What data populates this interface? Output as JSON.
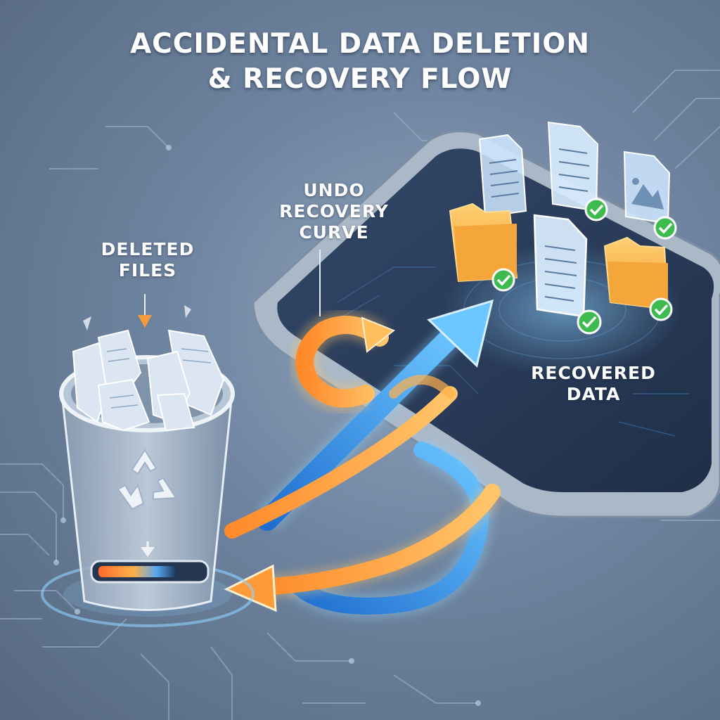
{
  "title": {
    "line1": "ACCIDENTAL DATA DELETION",
    "line2": "& RECOVERY FLOW"
  },
  "labels": {
    "deleted_line1": "DELETED",
    "deleted_line2": "FILES",
    "undo_line1": "UNDO",
    "undo_line2": "RECOVERY",
    "undo_line3": "CURVE",
    "recovered_line1": "RECOVERED",
    "recovered_line2": "DATA"
  },
  "icons": {
    "bin": "trash-bin-icon",
    "recycle": "recycle-symbol-icon",
    "document": "document-icon",
    "folder": "folder-icon",
    "image": "image-file-icon",
    "check": "check-badge-icon",
    "arrow": "arrow-icon"
  },
  "colors": {
    "background": "#6e839f",
    "recovery_arrow": "#3fa2f0",
    "undo_curve": "#f39a3d",
    "check_green": "#3dbb4e",
    "folder_orange": "#f7b24a",
    "device_dark": "#2c3e57"
  }
}
